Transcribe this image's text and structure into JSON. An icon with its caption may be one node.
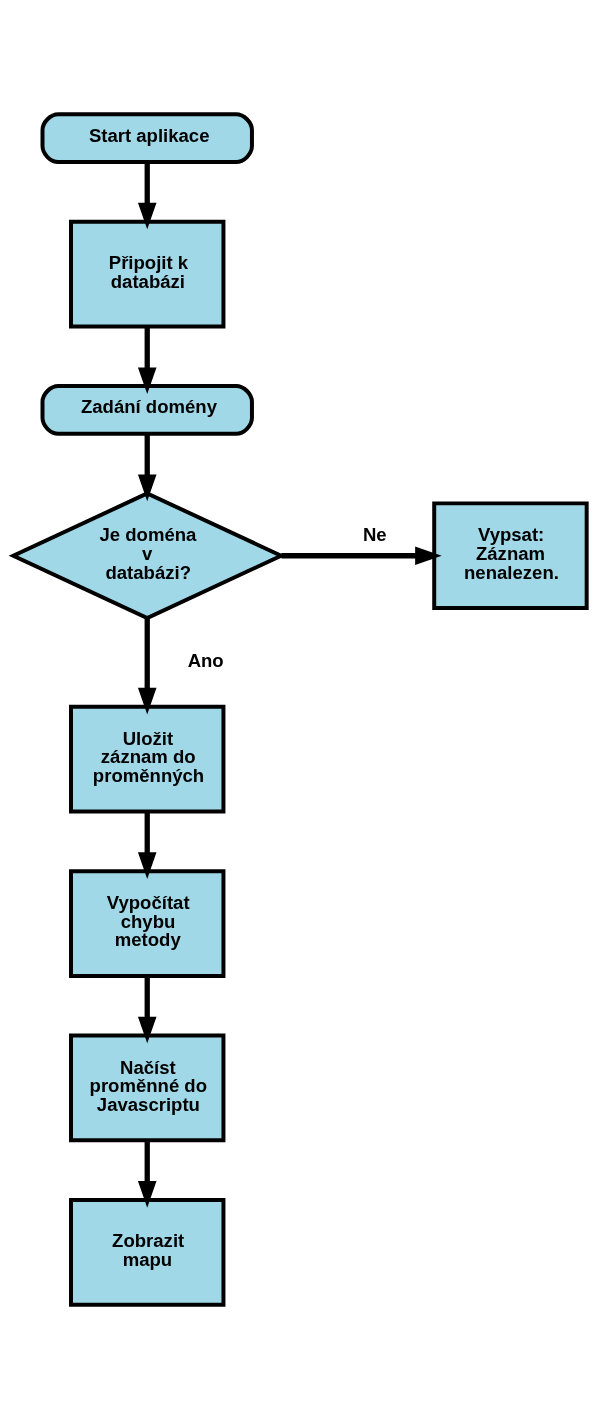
{
  "diagram": {
    "nodes": [
      {
        "text": [
          "Start aplikace"
        ]
      },
      {
        "text": [
          "Připojit k databázi"
        ]
      },
      {
        "text": [
          "Zadání domény"
        ]
      },
      {
        "text": [
          "Je doména v databázi?"
        ]
      },
      {
        "text": [
          "Vypsat: Záznam nenalezen."
        ]
      },
      {
        "text": [
          "Uložit záznam do proměnných"
        ]
      },
      {
        "text": [
          "Vypočítat chybu metody"
        ]
      },
      {
        "text": [
          "Načíst proměnné do Javascriptu"
        ]
      },
      {
        "text": [
          "Zobrazit mapu"
        ]
      }
    ],
    "edges": [
      {
        "from": 0,
        "to": 1,
        "arrow": "to"
      },
      {
        "from": 1,
        "to": 2,
        "arrow": "to"
      },
      {
        "from": 2,
        "to": 3,
        "arrow": "to"
      },
      {
        "from": 3,
        "to": 4,
        "arrow": "to",
        "label": "Ne"
      },
      {
        "from": 3,
        "to": 5,
        "arrow": "to",
        "label": "Ano"
      },
      {
        "from": 5,
        "to": 6,
        "arrow": "to"
      },
      {
        "from": 6,
        "to": 7,
        "arrow": "to"
      },
      {
        "from": 7,
        "to": 8,
        "arrow": "to"
      }
    ]
  }
}
